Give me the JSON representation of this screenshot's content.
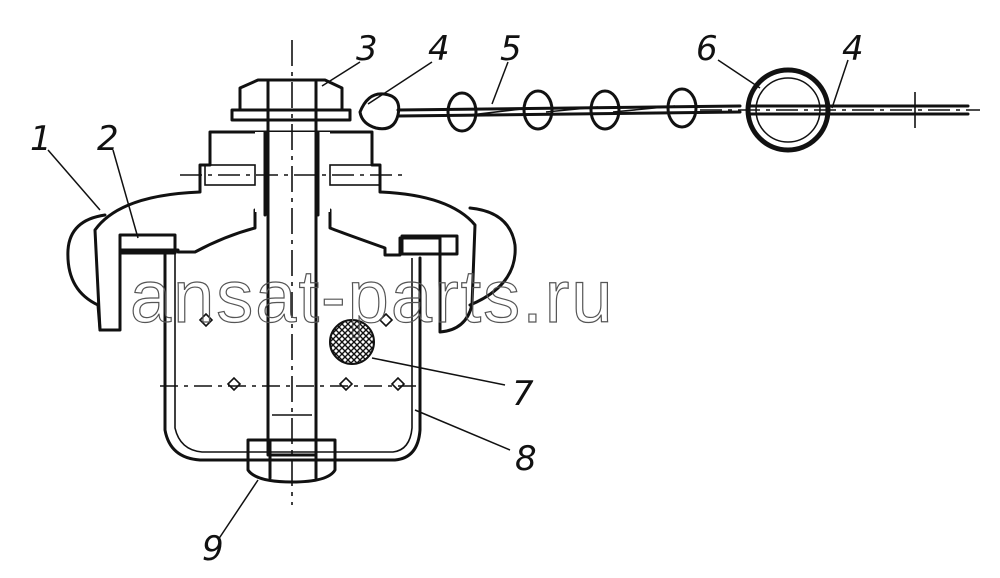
{
  "callouts": [
    {
      "id": "1",
      "text": "1"
    },
    {
      "id": "2",
      "text": "2"
    },
    {
      "id": "3",
      "text": "3"
    },
    {
      "id": "4a",
      "text": "4"
    },
    {
      "id": "5",
      "text": "5"
    },
    {
      "id": "6",
      "text": "6"
    },
    {
      "id": "4b",
      "text": "4"
    },
    {
      "id": "7",
      "text": "7"
    },
    {
      "id": "8",
      "text": "8"
    },
    {
      "id": "9",
      "text": "9"
    }
  ],
  "watermark": "ansat-parts.ru",
  "colors": {
    "ink": "#111111",
    "hatch": "#222222",
    "background": "#ffffff"
  }
}
